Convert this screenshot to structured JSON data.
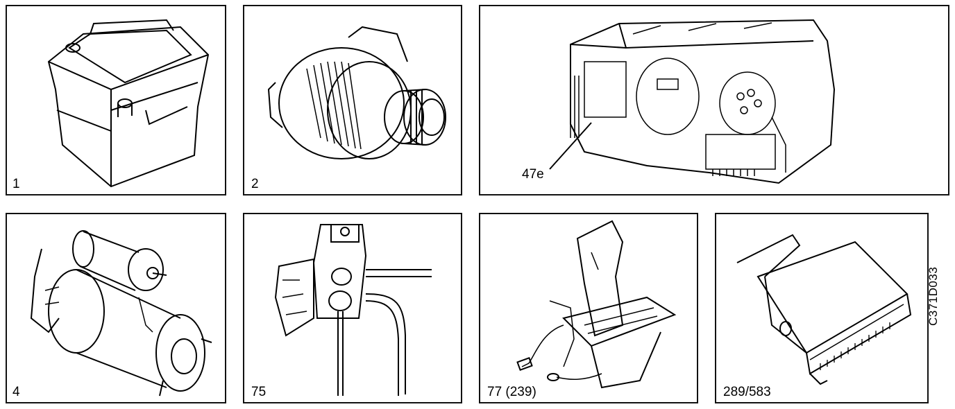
{
  "panels": [
    {
      "id": "battery",
      "label": "1",
      "icon": "battery-icon"
    },
    {
      "id": "alternator",
      "label": "2",
      "icon": "alternator-icon"
    },
    {
      "id": "instrument-cluster",
      "label": "",
      "icon": "instrument-cluster-icon",
      "callout": "47e"
    },
    {
      "id": "starter-motor",
      "label": "4",
      "icon": "starter-motor-icon"
    },
    {
      "id": "ground-point",
      "label": "75",
      "icon": "ground-point-icon"
    },
    {
      "id": "gear-selector",
      "label": "77 (239)",
      "icon": "gear-selector-icon"
    },
    {
      "id": "control-module",
      "label": "289/583",
      "icon": "control-module-icon"
    }
  ],
  "figure_code": "C371D033"
}
